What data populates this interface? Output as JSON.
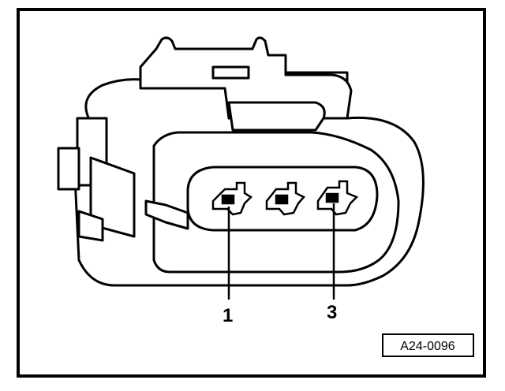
{
  "figure": {
    "callouts": [
      "1",
      "3"
    ],
    "figure_id": "A24-0096"
  },
  "colors": {
    "ink": "#000000",
    "paper": "#ffffff"
  }
}
